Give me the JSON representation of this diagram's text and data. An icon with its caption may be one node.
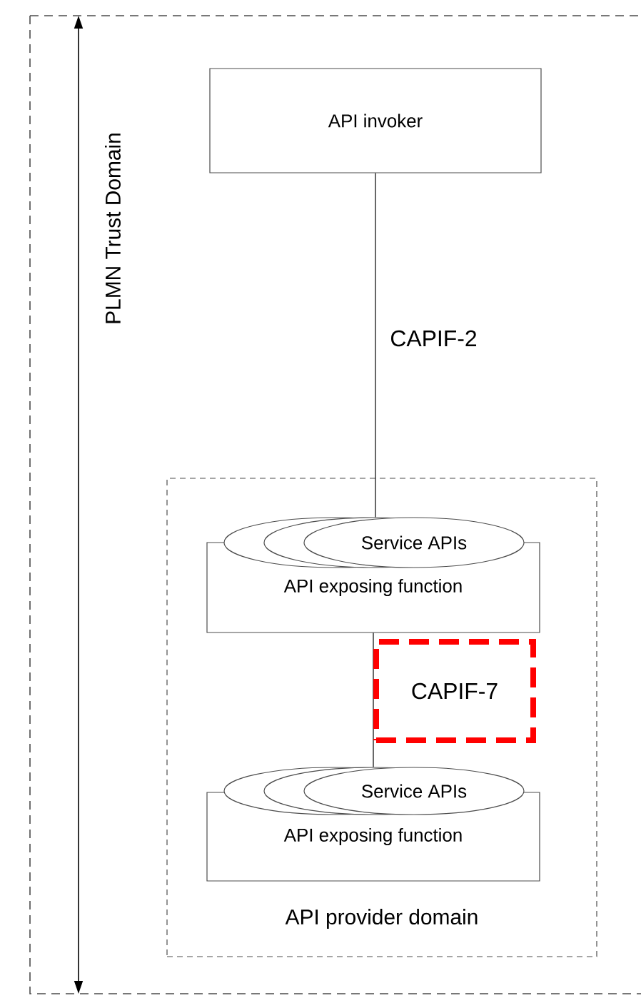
{
  "diagram": {
    "nodes": [
      {
        "text": [
          "PLMN Trust Domain"
        ]
      },
      {
        "text": [
          "API invoker"
        ],
        "in": 0
      },
      {
        "text": [
          "API provider domain"
        ],
        "in": 0
      },
      {
        "text": [
          "Service APIs"
        ],
        "in": 2
      },
      {
        "text": [
          "API exposing function"
        ],
        "in": 2
      },
      {
        "text": [
          "Service APIs"
        ],
        "in": 2
      },
      {
        "text": [
          "API exposing function"
        ],
        "in": 2
      }
    ],
    "edges": [
      {
        "from": 1,
        "to": 3,
        "arrow": "none",
        "label": "CAPIF-2"
      },
      {
        "from": 4,
        "to": 5,
        "arrow": "none",
        "label": "CAPIF-7"
      }
    ]
  }
}
